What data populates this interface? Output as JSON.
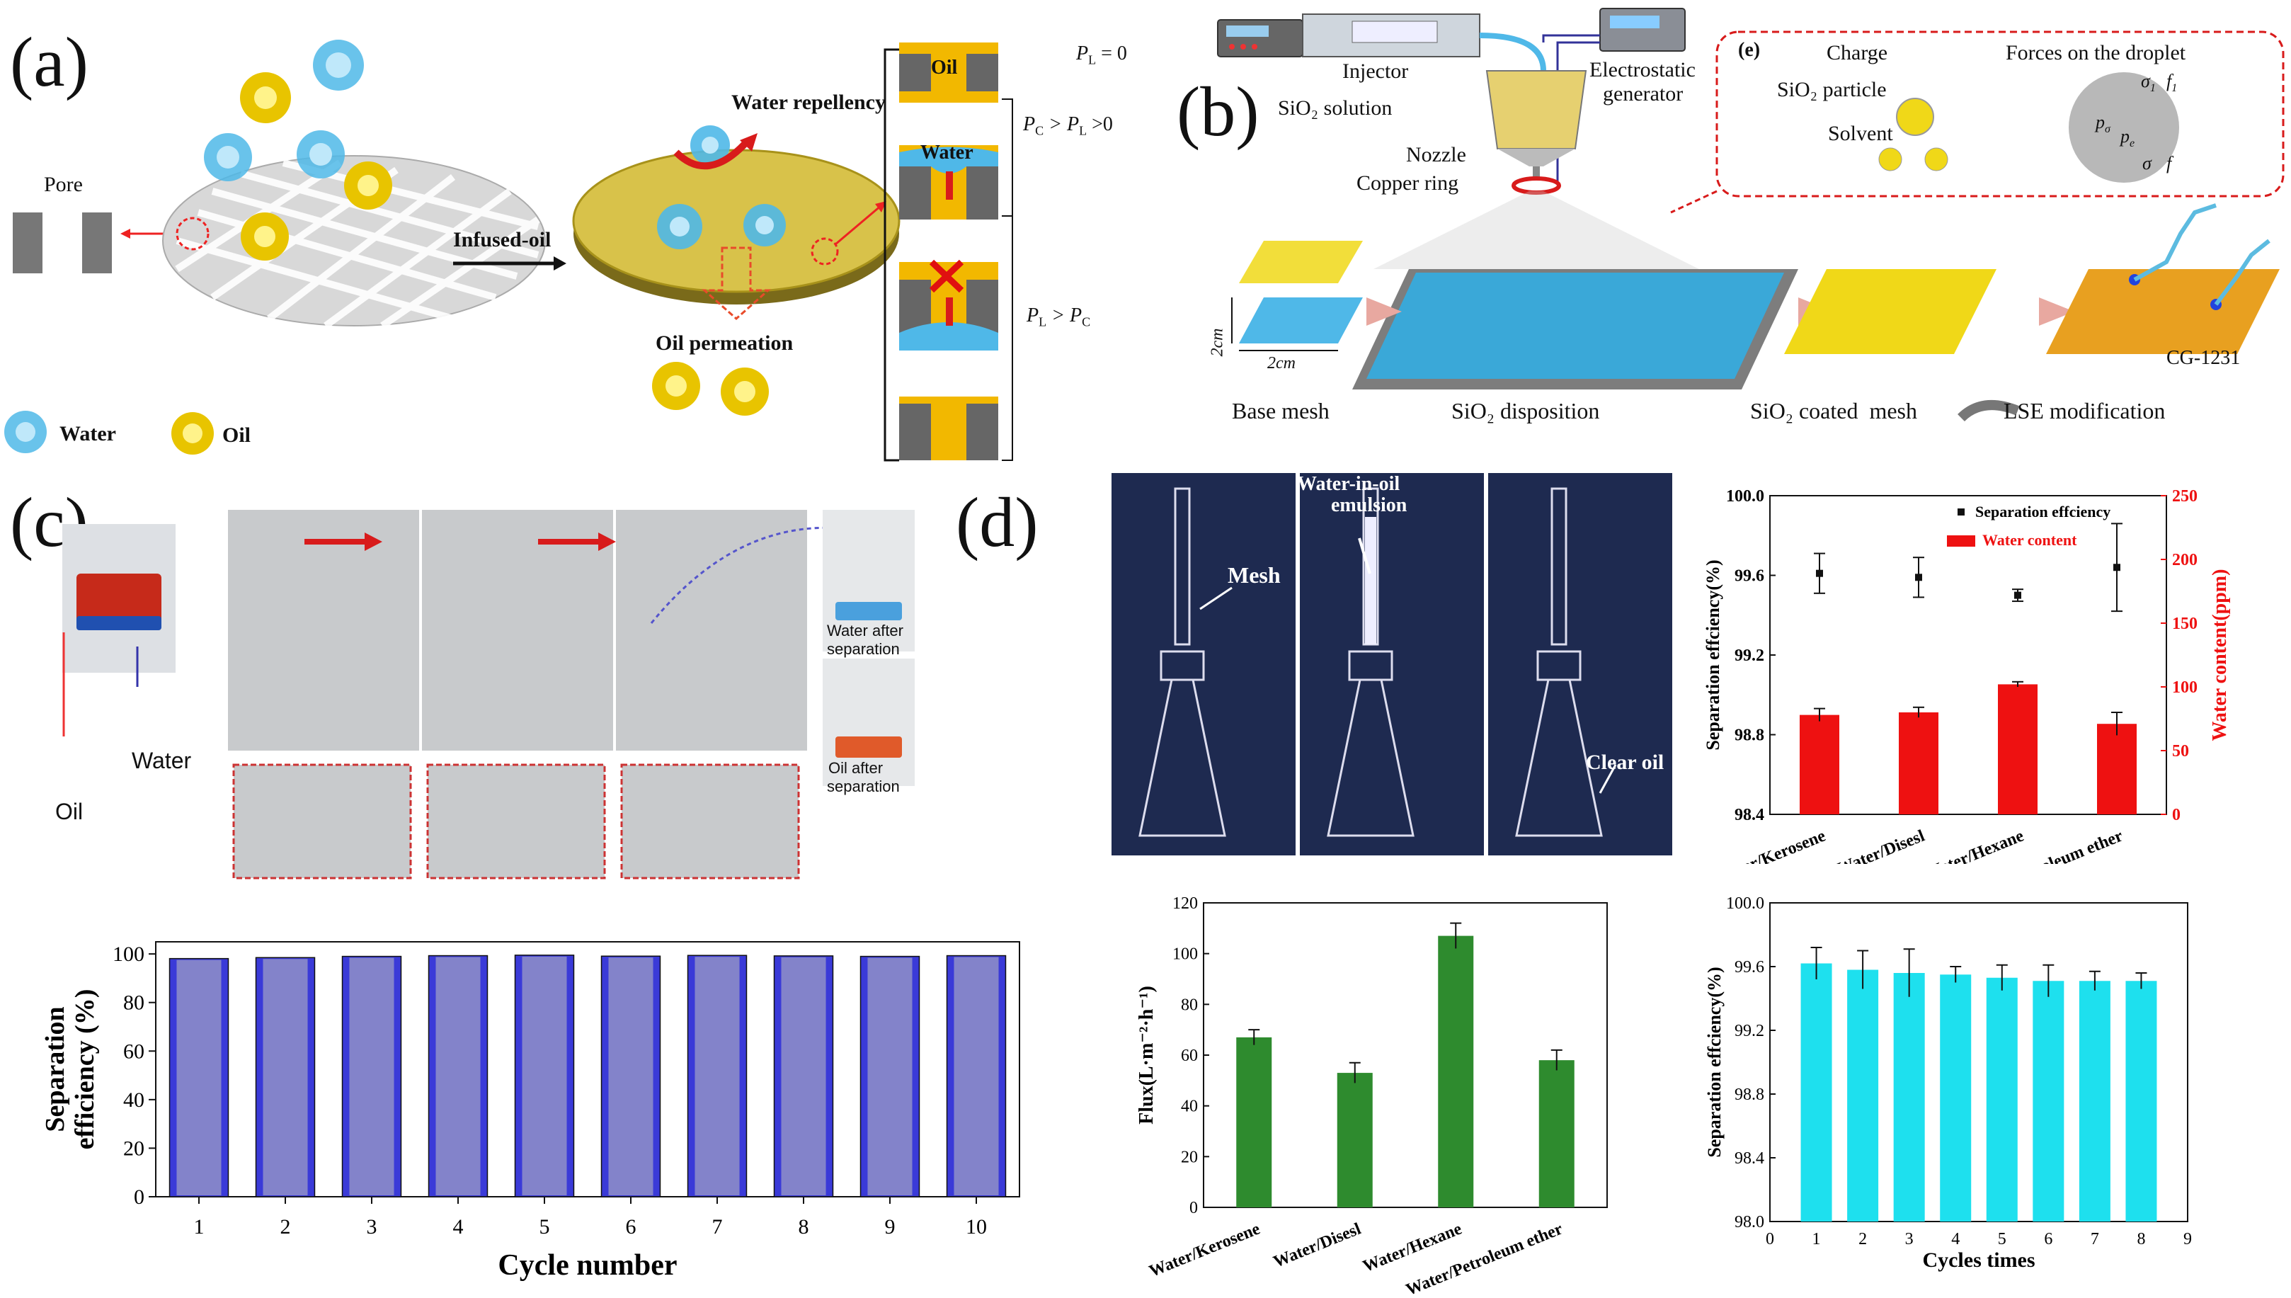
{
  "panel_labels": {
    "a": "(a)",
    "b": "(b)",
    "c": "(c)",
    "d": "(d)"
  },
  "panel_a": {
    "pore": "Pore",
    "infused_oil": "Infused-oil",
    "water_repellency": "Water repellency",
    "oil_permeation": "Oil permeation",
    "legend_water": "Water",
    "legend_oil": "Oil",
    "stage_oil": "Oil",
    "stage_water": "Water",
    "cond_1": "P",
    "cond_1_sub": "L",
    "cond_1_rest": " = 0",
    "cond_2_a": "P",
    "cond_2_a_sub": "C",
    "cond_2_b": " > P",
    "cond_2_b_sub": "L",
    "cond_2_c": " >0",
    "cond_3_a": "P",
    "cond_3_a_sub": "L",
    "cond_3_b": " > P",
    "cond_3_b_sub": "C"
  },
  "panel_b": {
    "injector": "Injector",
    "sio2_solution": "SiO₂ solution",
    "electrostatic": "Electrostatic",
    "generator": "generator",
    "nozzle": "Nozzle",
    "copper_ring": "Copper ring",
    "dim_2cm_v": "2cm",
    "dim_2cm_h": "2cm",
    "base_mesh": "Base mesh",
    "sio2_disposition": "SiO₂ disposition",
    "sio2_coated_mesh": "SiO₂ coated  mesh",
    "lse_modification": "LSE modification",
    "cg1231": "CG-1231",
    "inset_label": "(e)",
    "charge": "Charge",
    "sio2_particle": "SiO₂ particle",
    "solvent": "Solvent",
    "forces": "Forces on the droplet",
    "sigma1": "σ",
    "sigma1_sub": "1",
    "f1": "f",
    "f1_sub": "1",
    "sigma": "σ",
    "f": "f",
    "p_sigma": "p",
    "p_sigma_sub": "σ",
    "p_e": "p",
    "p_e_sub": "e"
  },
  "panel_c": {
    "water": "Water",
    "oil": "Oil",
    "water_after_1": "Water after",
    "water_after_2": "separation",
    "oil_after_1": "Oil after",
    "oil_after_2": "separation"
  },
  "panel_d": {
    "mesh": "Mesh",
    "water_in_oil_1": "Water-in-oil",
    "water_in_oil_2": "emulsion",
    "clear_oil": "Clear oil"
  },
  "colors": {
    "water": "#4fb8e8",
    "oil": "#e8c400",
    "mesh_bg": "#b8b8b8",
    "photo_bg": "#1e2a50",
    "bar_blue": "#3a3ad8",
    "bar_green": "#2e8b2e",
    "bar_red": "#ee1111",
    "bar_cyan": "#1ee0ee"
  },
  "chart_data": [
    {
      "id": "cycle_efficiency",
      "type": "bar",
      "title": "",
      "xlabel": "Cycle number",
      "ylabel_line1": "Separation",
      "ylabel_line2": "efficiency (%)",
      "categories": [
        "1",
        "2",
        "3",
        "4",
        "5",
        "6",
        "7",
        "8",
        "9",
        "10"
      ],
      "values": [
        98.1,
        98.5,
        99.0,
        99.3,
        99.5,
        99.1,
        99.4,
        99.2,
        99.0,
        99.3
      ],
      "ylim": [
        0,
        105
      ],
      "yticks": [
        "0",
        "20",
        "40",
        "60",
        "80",
        "100"
      ],
      "bar_color": "#3a3ad8"
    },
    {
      "id": "efficiency_water_content",
      "type": "bar",
      "xlabel": "",
      "ylabel_left": "Separation effciency(%)",
      "ylabel_right": "Water content(ppm)",
      "categories": [
        "Water/Kerosene",
        "Water/Disesl",
        "Water/Hexane",
        "Water/Petroleum ether"
      ],
      "series": [
        {
          "name": "Separation effciency",
          "type": "scatter",
          "axis": "left",
          "values": [
            99.61,
            99.59,
            99.5,
            99.64
          ],
          "errors": [
            0.1,
            0.1,
            0.03,
            0.22
          ]
        },
        {
          "name": "Water content",
          "type": "bar",
          "axis": "right",
          "values": [
            78,
            80,
            102,
            71
          ],
          "errors": [
            5,
            4,
            2,
            9
          ]
        }
      ],
      "ylim_left": [
        98.4,
        100.0
      ],
      "yticks_left": [
        "98.4",
        "98.8",
        "99.2",
        "99.6",
        "100.0"
      ],
      "ylim_right": [
        0,
        250
      ],
      "yticks_right": [
        "0",
        "50",
        "100",
        "150",
        "200",
        "250"
      ],
      "legend_position": "top-right"
    },
    {
      "id": "flux",
      "type": "bar",
      "xlabel": "",
      "ylabel": "Flux(L·m⁻²·h⁻¹)",
      "categories": [
        "Water/Kerosene",
        "Water/Disesl",
        "Water/Hexane",
        "Water/Petroleum ether"
      ],
      "values": [
        67,
        53,
        107,
        58
      ],
      "errors": [
        3,
        4,
        5,
        4
      ],
      "ylim": [
        0,
        120
      ],
      "yticks": [
        "0",
        "20",
        "40",
        "60",
        "80",
        "100",
        "120"
      ],
      "bar_color": "#2e8b2e"
    },
    {
      "id": "cycles_efficiency",
      "type": "bar",
      "xlabel": "Cycles times",
      "ylabel": "Separation effciency(%)",
      "categories": [
        "1",
        "2",
        "3",
        "4",
        "5",
        "6",
        "7",
        "8"
      ],
      "values": [
        99.62,
        99.58,
        99.56,
        99.55,
        99.53,
        99.51,
        99.51,
        99.51
      ],
      "errors": [
        0.1,
        0.12,
        0.15,
        0.05,
        0.08,
        0.1,
        0.06,
        0.05
      ],
      "ylim": [
        98.0,
        100.0
      ],
      "yticks": [
        "98.0",
        "98.4",
        "98.8",
        "99.2",
        "99.6",
        "100.0"
      ],
      "xticks": [
        "0",
        "1",
        "2",
        "3",
        "4",
        "5",
        "6",
        "7",
        "8",
        "9"
      ],
      "bar_color": "#1ee0ee"
    }
  ]
}
